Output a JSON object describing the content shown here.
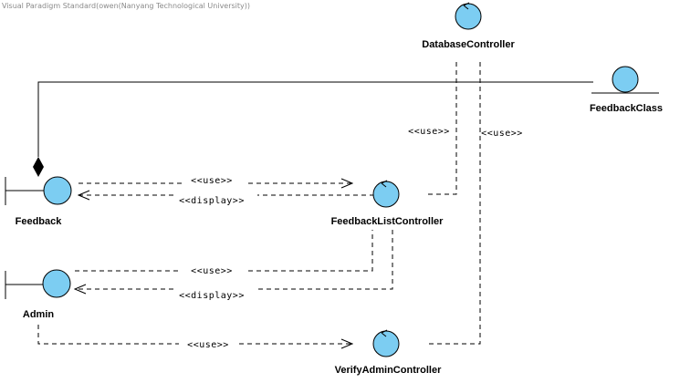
{
  "watermark": "Visual Paradigm Standard(owen(Nanyang Technological University))",
  "nodes": {
    "database_controller": "DatabaseController",
    "feedback_class": "FeedbackClass",
    "feedback_boundary": "Feedback",
    "feedback_list_controller": "FeedbackListController",
    "admin_boundary": "Admin",
    "verify_admin_controller": "VerifyAdminController"
  },
  "edges": {
    "use_db_left": "<<use>>",
    "use_db_right": "<<use>>",
    "feedback_use": "<<use>>",
    "feedback_display": "<<display>>",
    "admin_use": "<<use>>",
    "admin_display": "<<display>>",
    "admin_verify_use": "<<use>>"
  },
  "colors": {
    "node_fill": "#7ccdf2"
  }
}
